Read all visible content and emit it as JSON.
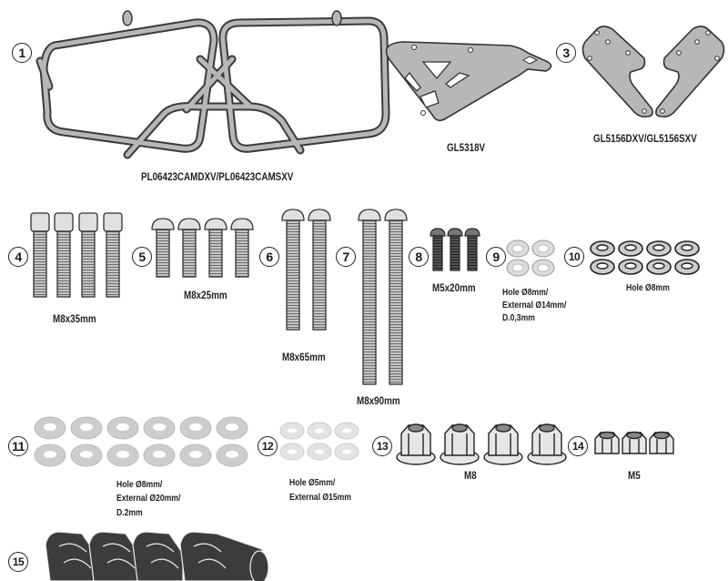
{
  "diagram": {
    "title": "Parts kit contents",
    "colors": {
      "part_fill": "#b7b7b7",
      "part_stroke": "#3a3a3a",
      "rubber_fill": "#3c3c3c",
      "washer_fill": "#d4d4d4",
      "text": "#1f1f1f"
    },
    "parts": [
      {
        "number": "1",
        "label": "PL06423CAMDXV/PL06423CAMSXV",
        "kind": "side-frames",
        "qty": 2
      },
      {
        "number": "",
        "label": "GL5318V",
        "kind": "bracket-plate",
        "qty": 1
      },
      {
        "number": "3",
        "label": "GL5156DXV/GL5156SXV",
        "kind": "bracket-pair",
        "qty": 2
      },
      {
        "number": "4",
        "label": "M8x35mm",
        "kind": "socket-cap-screw",
        "qty": 4
      },
      {
        "number": "5",
        "label": "M8x25mm",
        "kind": "button-head-screw",
        "qty": 4
      },
      {
        "number": "6",
        "label": "M8x65mm",
        "kind": "button-head-screw",
        "qty": 2
      },
      {
        "number": "7",
        "label": "M8x90mm",
        "kind": "button-head-screw",
        "qty": 2
      },
      {
        "number": "8",
        "label": "M5x20mm",
        "kind": "button-head-screw-black",
        "qty": 3
      },
      {
        "number": "9",
        "label_lines": [
          "Hole Ø8mm/",
          "External Ø14mm/",
          "D.0,3mm"
        ],
        "kind": "thin-washer",
        "qty": 4
      },
      {
        "number": "10",
        "label": "Hole Ø8mm",
        "kind": "spring-washer",
        "qty": 8
      },
      {
        "number": "11",
        "label_lines": [
          "Hole Ø8mm/",
          "External Ø20mm/",
          "D.2mm"
        ],
        "kind": "flat-washer",
        "qty": 12
      },
      {
        "number": "12",
        "label_lines": [
          "Hole Ø5mm/",
          "External Ø15mm"
        ],
        "kind": "flat-washer-small",
        "qty": 6
      },
      {
        "number": "13",
        "label": "M8",
        "kind": "flange-nut",
        "qty": 4
      },
      {
        "number": "14",
        "label": "M5",
        "kind": "lock-nut",
        "qty": 3
      },
      {
        "number": "15",
        "label": "",
        "kind": "rubber-spacer",
        "qty": 4
      }
    ]
  }
}
